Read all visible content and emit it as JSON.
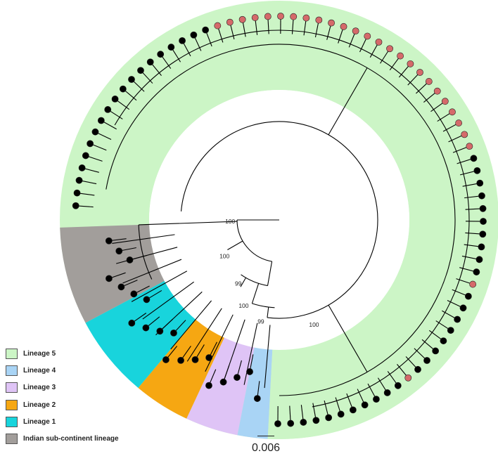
{
  "legend": [
    {
      "label": "Lineage 5",
      "color": "#ccf5c6"
    },
    {
      "label": "Lineage 4",
      "color": "#a9d4f5"
    },
    {
      "label": "Lineage 3",
      "color": "#dfc4f6"
    },
    {
      "label": "Lineage 2",
      "color": "#f6a712"
    },
    {
      "label": "Lineage 1",
      "color": "#18d4dc"
    },
    {
      "label": "Indian sub-continent lineage",
      "color": "#a29e9b"
    }
  ],
  "scale_bar": {
    "label": "0.006"
  },
  "bootstrap_labels": [
    {
      "clade": "Indian sub-continent lineage",
      "value": "100"
    },
    {
      "clade": "Lineage 1",
      "value": "100"
    },
    {
      "clade": "Lineage 2",
      "value": "99"
    },
    {
      "clade": "Lineage 3",
      "value": "100"
    },
    {
      "clade": "Lineage 4",
      "value": "99"
    },
    {
      "clade": "Lineage 5",
      "value": "100"
    }
  ],
  "colors": {
    "tip_default": "#000000",
    "tip_highlight": "#d56a6a",
    "branch": "#000000"
  }
}
